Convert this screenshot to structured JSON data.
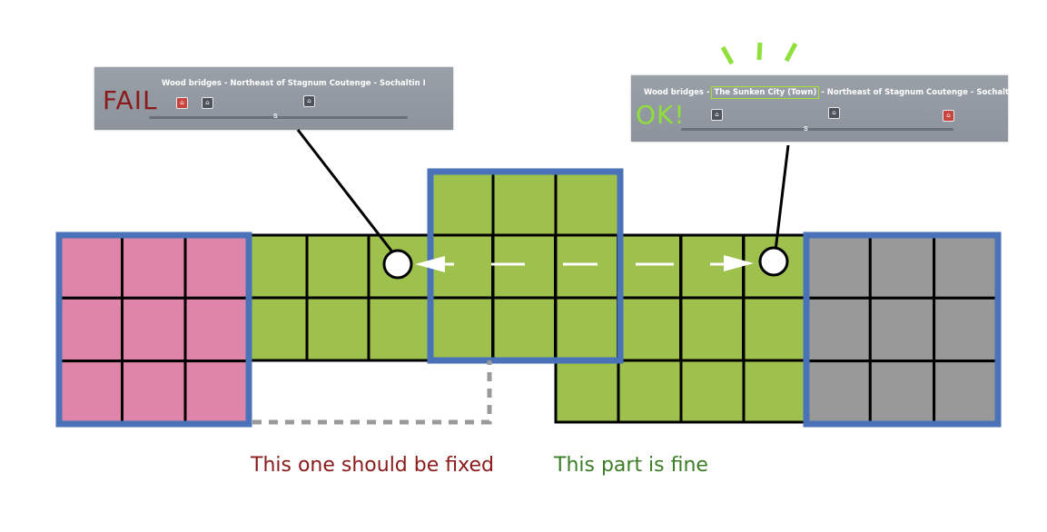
{
  "colors": {
    "pink": "#de85a9",
    "green": "#9dc14c",
    "gray": "#999999",
    "blue": "#4a72b8",
    "fail": "#8b1a1a",
    "ok": "#8fe03a",
    "fine": "#3b7d26",
    "fix": "#8b1a1a"
  },
  "fail_panel": {
    "title": "Wood bridges - Northeast of Stagnum Coutenge - Sochaltin I",
    "verdict": "FAIL",
    "compass": "S"
  },
  "ok_panel": {
    "title_prefix": "Wood bridges - ",
    "title_highlight": "The Sunken City (Town)",
    "title_suffix": " - Northeast of Stagnum Coutenge - Sochaltin I",
    "verdict": "OK!",
    "compass": "S"
  },
  "captions": {
    "fix": "This one should be fixed",
    "fine": "This part is fine"
  }
}
